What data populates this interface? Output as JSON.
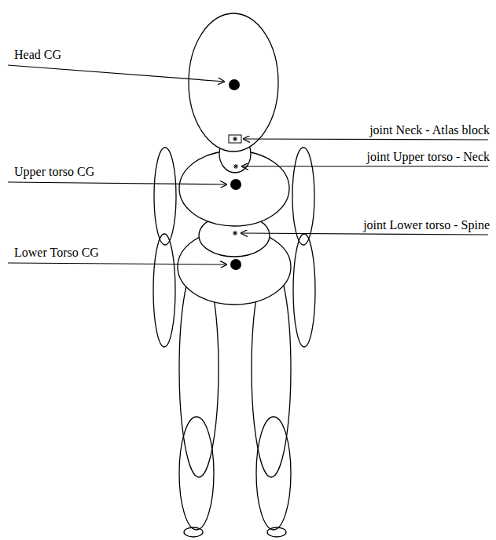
{
  "diagram": {
    "labels": [
      "Head CG",
      "joint Neck - Atlas block",
      "joint Upper torso - Neck",
      "Upper torso CG",
      "joint Lower torso - Spine",
      "Lower Torso CG"
    ]
  }
}
